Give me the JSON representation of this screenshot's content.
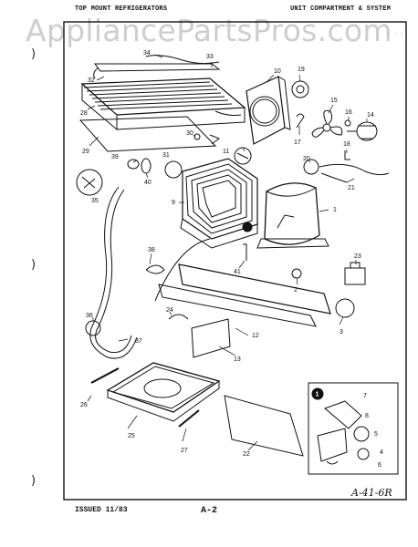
{
  "header": {
    "left_title": "TOP MOUNT REFRIGERATORS",
    "right_title": "UNIT COMPARTMENT & SYSTEM",
    "corner_mark": "· · ·"
  },
  "watermark": "AppliancePartsPros.com",
  "callouts": [
    "34",
    "33",
    "32",
    "28",
    "10",
    "19",
    "15",
    "16",
    "14",
    "29",
    "30",
    "17",
    "18",
    "39",
    "31",
    "11",
    "20",
    "35",
    "40",
    "21",
    "9",
    "1",
    "38",
    "41",
    "23",
    "2",
    "24",
    "3",
    "12",
    "36",
    "37",
    "13",
    "26",
    "25",
    "27",
    "22",
    "7",
    "8",
    "5",
    "4",
    "6"
  ],
  "inset": {
    "marker": "1"
  },
  "footer": {
    "issued": "ISSUED 11/83",
    "page": "A-2",
    "handwritten_note": "A-41-6R"
  },
  "binder_marks": [
    ")",
    ")",
    ")"
  ]
}
